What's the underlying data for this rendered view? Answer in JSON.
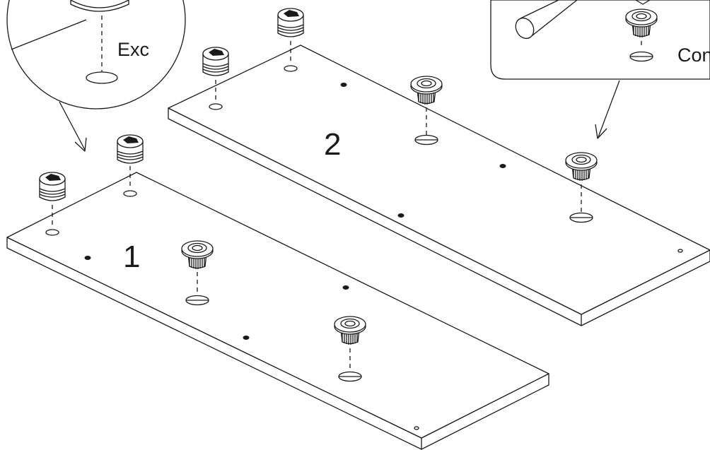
{
  "labels": {
    "panel_1": "1",
    "panel_2": "2",
    "cam_callout": "Exc",
    "insert_callout": "Con"
  },
  "colors": {
    "ink": "#1a1a1a",
    "paper": "#ffffff"
  },
  "icons": {
    "cam_lock": "cam-lock-icon",
    "threaded_insert": "threaded-insert-icon",
    "dowel": "dowel-icon",
    "arrow": "arrow-icon"
  }
}
